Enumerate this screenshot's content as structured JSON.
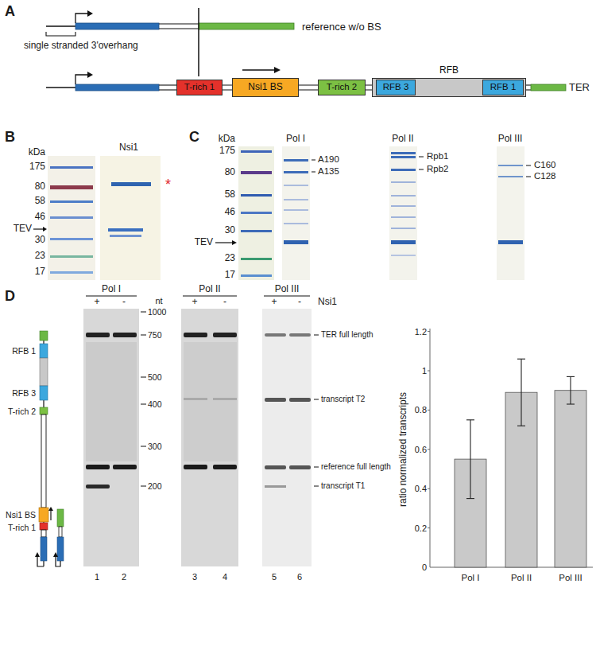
{
  "diagram": {
    "nodes": [
      {
        "text": [
          "T-rich 1"
        ]
      },
      {
        "text": [
          "Nsi1 BS"
        ]
      },
      {
        "text": [
          "T-rich 2"
        ]
      },
      {
        "text": [
          "RFB"
        ]
      },
      {
        "text": [
          "RFB 3"
        ],
        "in": 3
      },
      {
        "text": [
          "RFB 1"
        ],
        "in": 3
      }
    ],
    "edges": [
      {
        "from": 0,
        "to": 1,
        "arrow": "none"
      },
      {
        "from": 1,
        "to": 2,
        "arrow": "none"
      },
      {
        "from": 2,
        "to": 3,
        "arrow": "none"
      }
    ],
    "labels": [
      "A",
      "reference w/o BS",
      "single stranded 3'overhang",
      "TER",
      "B",
      "kDa",
      "175",
      "80",
      "58",
      "46",
      "30",
      "23",
      "17",
      "TEV",
      "Nsi1",
      "*",
      "C",
      "kDa",
      "175",
      "80",
      "58",
      "46",
      "30",
      "23",
      "17",
      "TEV",
      "Pol I",
      "A190",
      "A135",
      "Pol II",
      "Rpb1",
      "Rpb2",
      "Pol III",
      "C160",
      "C128",
      "D",
      "RFB 1",
      "RFB 3",
      "T-rich 2",
      "Nsi1 BS",
      "T-rich 1",
      "Pol I",
      "+",
      "-",
      "Pol II",
      "+",
      "-",
      "Pol III",
      "+",
      "-",
      "Nsi1",
      "nt",
      "1000",
      "750",
      "500",
      "400",
      "300",
      "200",
      "TER full length",
      "transcript T2",
      "reference full length",
      "transcript T1",
      "1",
      "2",
      "3",
      "4",
      "5",
      "6",
      "1.2",
      "1",
      "0.8",
      "0.6",
      "0.4",
      "0.2",
      "0",
      "ratio normalized transcripts",
      "Pol I",
      "Pol II",
      "Pol III"
    ]
  }
}
